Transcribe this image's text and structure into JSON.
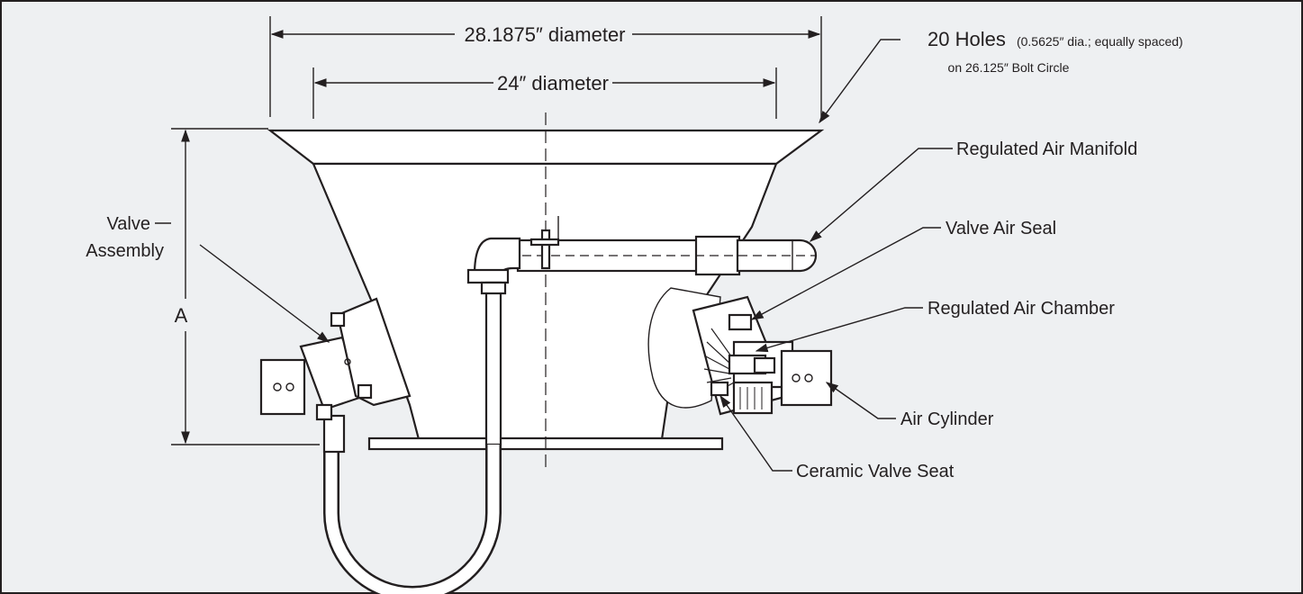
{
  "dimensions": {
    "outer_diameter": "28.1875″ diameter",
    "inner_diameter": "24″ diameter",
    "height": "A"
  },
  "callouts": {
    "holes_main": "20 Holes",
    "holes_detail": "(0.5625″ dia.; equally spaced)",
    "bolt_circle": "on 26.125″ Bolt Circle",
    "valve_assembly_line1": "Valve",
    "valve_assembly_line2": "Assembly",
    "regulated_air_manifold": "Regulated Air Manifold",
    "valve_air_seal": "Valve Air Seal",
    "regulated_air_chamber": "Regulated Air Chamber",
    "air_cylinder": "Air Cylinder",
    "ceramic_valve_seat": "Ceramic Valve Seat"
  },
  "colors": {
    "background": "#eef0f2",
    "line": "#231f20",
    "part_fill": "#ffffff"
  }
}
